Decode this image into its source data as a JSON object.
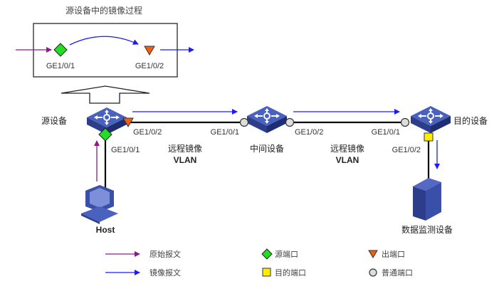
{
  "title": "源设备中的镜像过程",
  "colors": {
    "original_packet": "#8b1a8b",
    "mirror_packet": "#1a1aff",
    "source_port": "#22dd22",
    "egress_port": "#f06010",
    "dest_port": "#ffee00",
    "normal_port": "#dddddd",
    "device_blue": "#3a4fa8",
    "link": "#000000"
  },
  "inset": {
    "port_in": "GE1/0/1",
    "port_out": "GE1/0/2"
  },
  "devices": {
    "source": {
      "label": "源设备",
      "port_down": "GE1/0/1",
      "port_right": "GE1/0/2"
    },
    "middle": {
      "label": "中间设备",
      "port_left": "GE1/0/1",
      "port_right": "GE1/0/2"
    },
    "dest": {
      "label": "目的设备",
      "port_left": "GE1/0/1",
      "port_down": "GE1/0/2"
    },
    "host": {
      "label": "Host"
    },
    "monitor": {
      "label": "数据监测设备"
    }
  },
  "links": [
    {
      "line1": "远程镜像",
      "line2": "VLAN"
    },
    {
      "line1": "远程镜像",
      "line2": "VLAN"
    }
  ],
  "legend": {
    "original_packet": "原始报文",
    "mirror_packet": "镜像报文",
    "source_port": "源端口",
    "dest_port": "目的端口",
    "egress_port": "出端口",
    "normal_port": "普通端口"
  }
}
